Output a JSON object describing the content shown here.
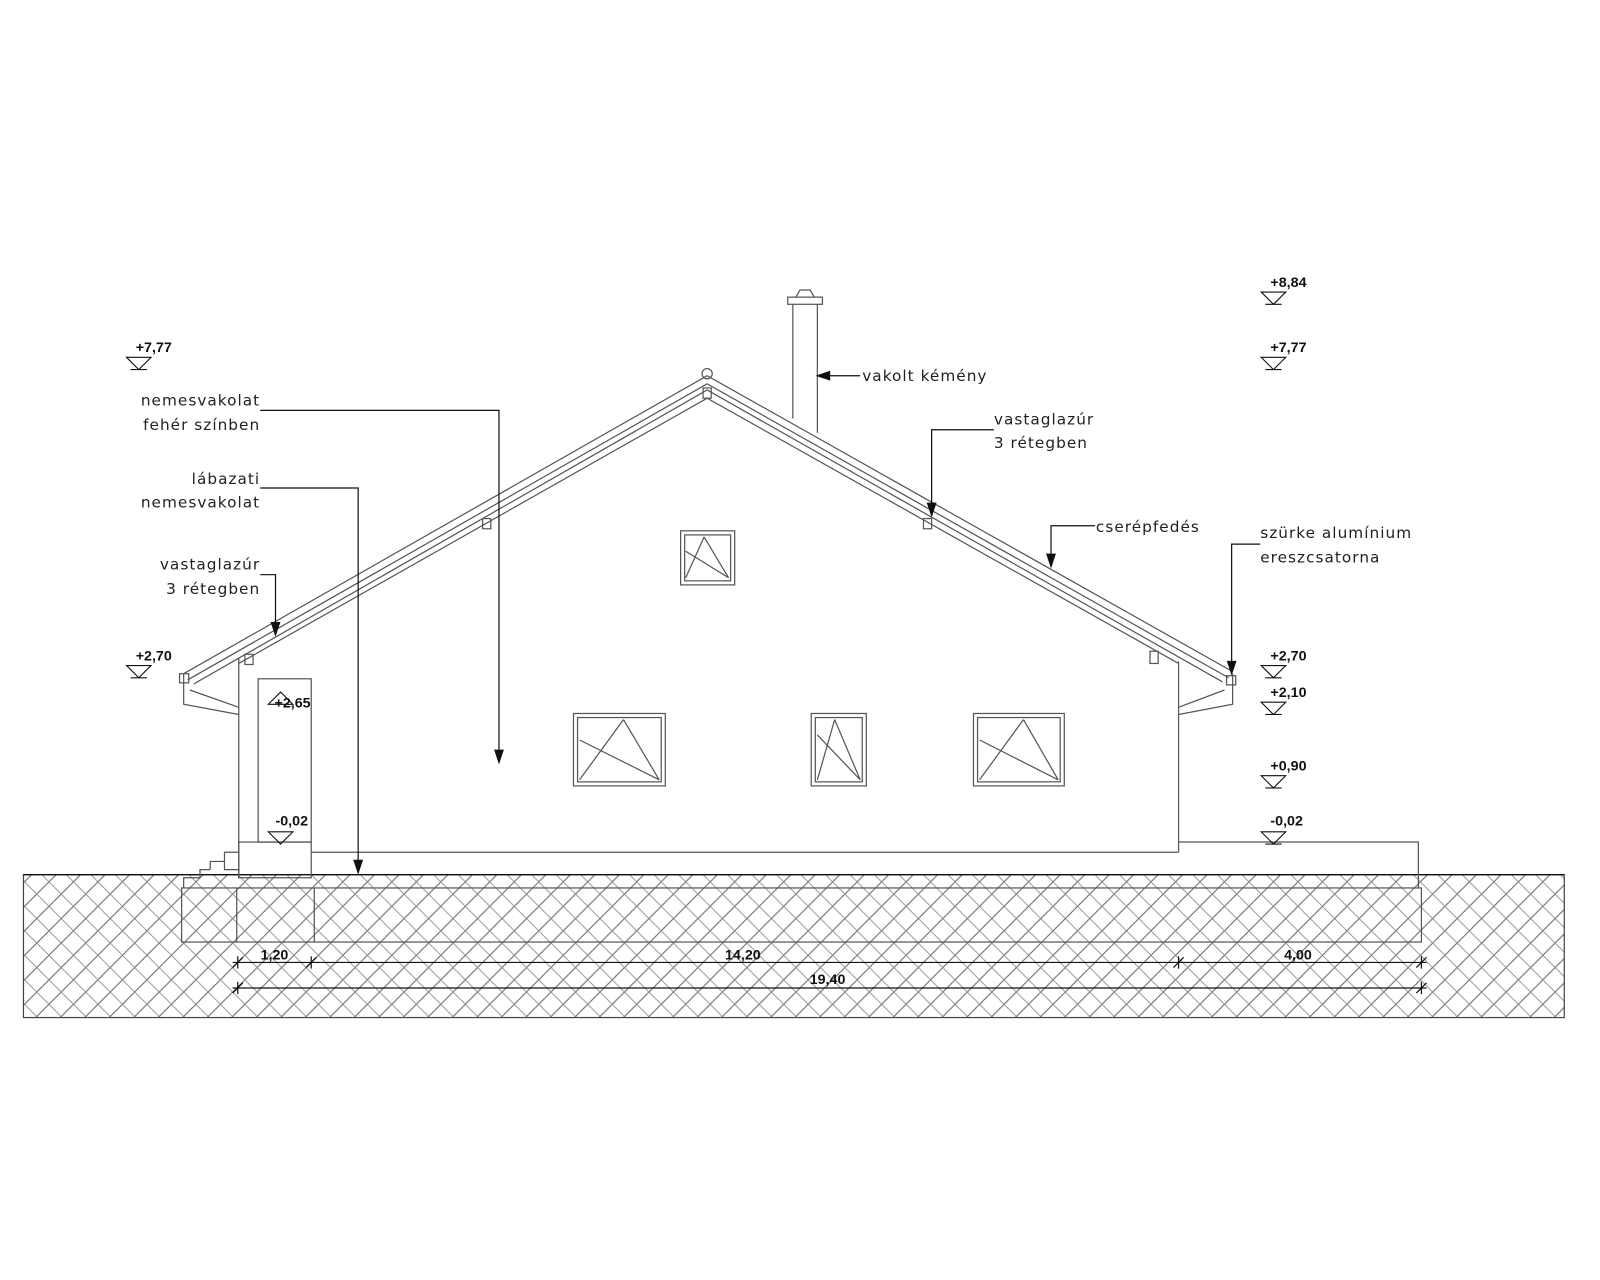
{
  "drawing": {
    "labels": {
      "facade_render_1": "nemesvakolat",
      "facade_render_2": "fehér színben",
      "plinth_1": "lábazati",
      "plinth_2": "nemesvakolat",
      "glaze_left_1": "vastaglazúr",
      "glaze_left_2": "3 rétegben",
      "chimney": "vakolt kémény",
      "glaze_right_1": "vastaglazúr",
      "glaze_right_2": "3 rétegben",
      "roofing": "cserépfedés",
      "gutter_1": "szürke alumínium",
      "gutter_2": "ereszcsatorna"
    },
    "levels": {
      "left_top": "+7,77",
      "left_eave": "+2,70",
      "porch_top": "+2,65",
      "porch_floor": "-0,02",
      "right_chimney": "+8,84",
      "right_ridge": "+7,77",
      "right_eave": "+2,70",
      "right_window_top": "+2,10",
      "right_sill": "+0,90",
      "right_floor": "-0,02"
    },
    "dimensions": {
      "porch": "1,20",
      "house": "14,20",
      "terrace": "4,00",
      "total": "19,40"
    }
  }
}
